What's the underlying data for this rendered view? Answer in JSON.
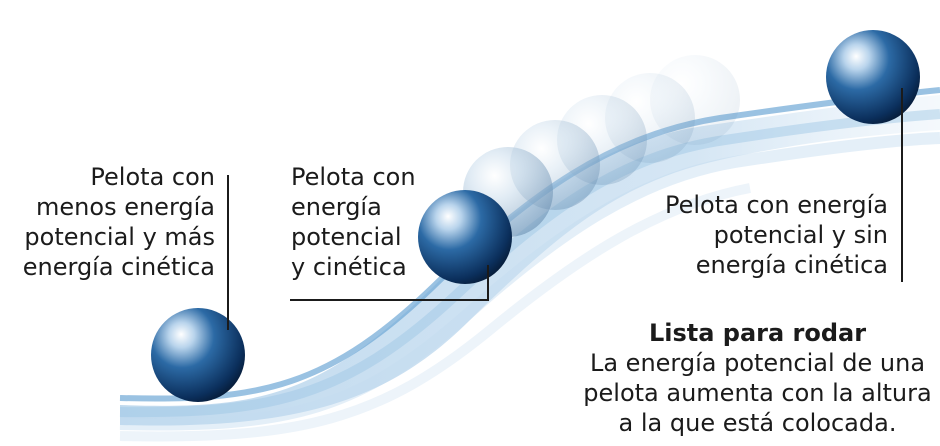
{
  "labels": {
    "low_ball": [
      "Pelota con",
      "menos energía",
      "potencial y más",
      "energía cinética"
    ],
    "mid_ball": [
      "Pelota con",
      "energía",
      "potencial",
      "y cinética"
    ],
    "top_ball": [
      "Pelota con energía",
      "potencial y sin",
      "energía cinética"
    ]
  },
  "caption": {
    "title": "Lista para rodar",
    "lines": [
      "La energía potencial de una",
      "pelota aumenta con la altura",
      "a la que está colocada."
    ]
  },
  "colors": {
    "ball_dark": "#0b2f5c",
    "ball_mid": "#2c6aa5",
    "ball_light": "#ffffff",
    "ramp_blue": "#6fa8d6",
    "line": "#1b1b1b"
  }
}
